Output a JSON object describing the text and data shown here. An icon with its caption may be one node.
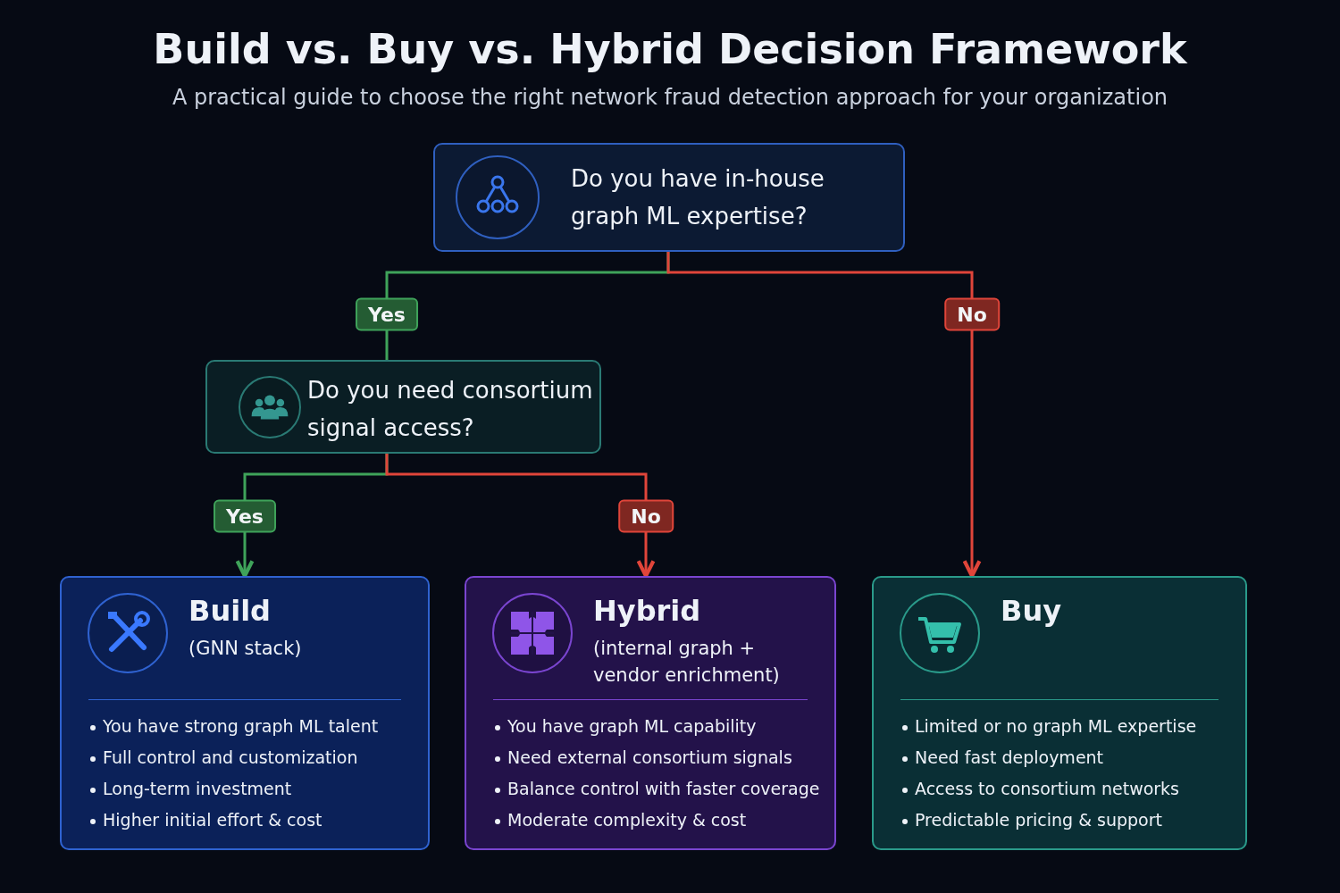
{
  "diagram": {
    "title": "Build vs. Buy vs. Hybrid Decision Framework",
    "caption": "A practical guide to choose the right network fraud detection approach for your organization",
    "nodes": [
      {
        "text": [
          "Do you have in-house graph ML expertise?"
        ]
      },
      {
        "text": [
          "Do you need consortium signal access?"
        ]
      },
      {
        "text": [
          "Build",
          "(GNN stack)",
          "You have strong graph ML talent",
          "Full control and customization",
          "Long-term investment",
          "Higher initial effort & cost"
        ]
      },
      {
        "text": [
          "Hybrid",
          "(internal graph + vendor enrichment)",
          "You have graph ML capability",
          "Need external consortium signals",
          "Balance control with faster coverage",
          "Moderate complexity & cost"
        ]
      },
      {
        "text": [
          "Buy",
          "Limited or no graph ML expertise",
          "Need fast deployment",
          "Access to consortium networks",
          "Predictable pricing & support"
        ]
      }
    ],
    "edges": [
      {
        "from": 0,
        "to": 1,
        "arrow": "none",
        "label": "Yes",
        "color": "#3fa35a"
      },
      {
        "from": 0,
        "to": 4,
        "arrow": "to",
        "label": "No",
        "color": "#e0453a"
      },
      {
        "from": 1,
        "to": 2,
        "arrow": "to",
        "label": "Yes",
        "color": "#3fa35a"
      },
      {
        "from": 1,
        "to": 3,
        "arrow": "to",
        "label": "No",
        "color": "#e0453a"
      }
    ]
  }
}
